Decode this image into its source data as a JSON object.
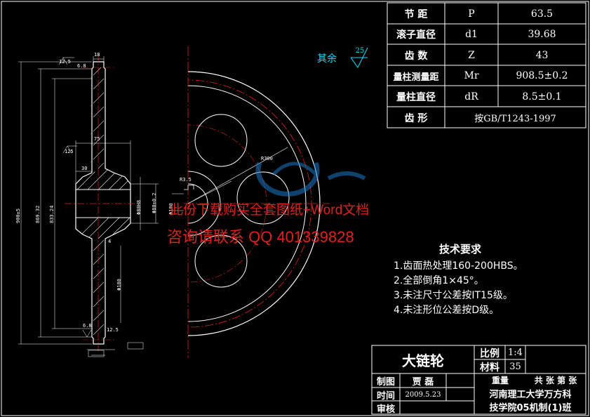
{
  "param_table": {
    "rows": [
      {
        "name": "节    距",
        "symbol": "P",
        "value": "63.5"
      },
      {
        "name": "滚子直径",
        "symbol": "d1",
        "value": "39.68"
      },
      {
        "name": "齿    数",
        "symbol": "Z",
        "value": "43"
      },
      {
        "name": "量柱测量距",
        "symbol": "Mr",
        "value": "908.5±0.2"
      },
      {
        "name": "量柱直径",
        "symbol": "dR",
        "value": "8.5±0.1"
      },
      {
        "name": "齿    形",
        "symbol": "按GB/T1243-1997",
        "value": ""
      }
    ]
  },
  "surface_note": {
    "label": "其余",
    "roughness": "25"
  },
  "tech_requirements": {
    "title": "技术要求",
    "items": [
      "1.齿面热处理160-200HBS。",
      "2.全部倒角1×45°。",
      "3.未注尺寸公差按IT15级。",
      "4.未注形位公差按D级。"
    ]
  },
  "title_block": {
    "part_name": "大链轮",
    "scale_label": "比例",
    "scale_value": "1:4",
    "material_label": "材料",
    "material_value": "35",
    "weight_label": "重量",
    "sheets_label": "共 张 第 张",
    "drawn_label": "制图",
    "drawn_by": "贾 磊",
    "date_label": "时间",
    "date_value": "2009.5.23",
    "check_label": "审核",
    "school": "河南理工大学万方科",
    "school2": "技学院05机制(1)班"
  },
  "watermark": {
    "line1": "此份下载购买全套图纸+Word文档",
    "line2": "咨询请联系 QQ 401339828"
  },
  "dimensions": {
    "d_outer": "900±5",
    "d_mid": "869.32",
    "d_root": "833.24",
    "d_hub": "Φ80H8",
    "d_hub2": "Φ80±0.2",
    "d_bore": "Φ100",
    "w18": "18",
    "w75": "75",
    "w30": "30",
    "pcd": "R300",
    "hole": "Φ180",
    "r_small": "R3.5",
    "a_6_8": "6.8",
    "a_12_5": "12.5",
    "n_4": "4",
    "n_12_5b": "12.5",
    "n_6_8b": "6.8",
    "n_125": "125"
  },
  "colors": {
    "bg": "#000000",
    "line": "#ffffff",
    "center": "#e0201c",
    "accent": "#00e0ff",
    "dim": "#ffffff"
  }
}
